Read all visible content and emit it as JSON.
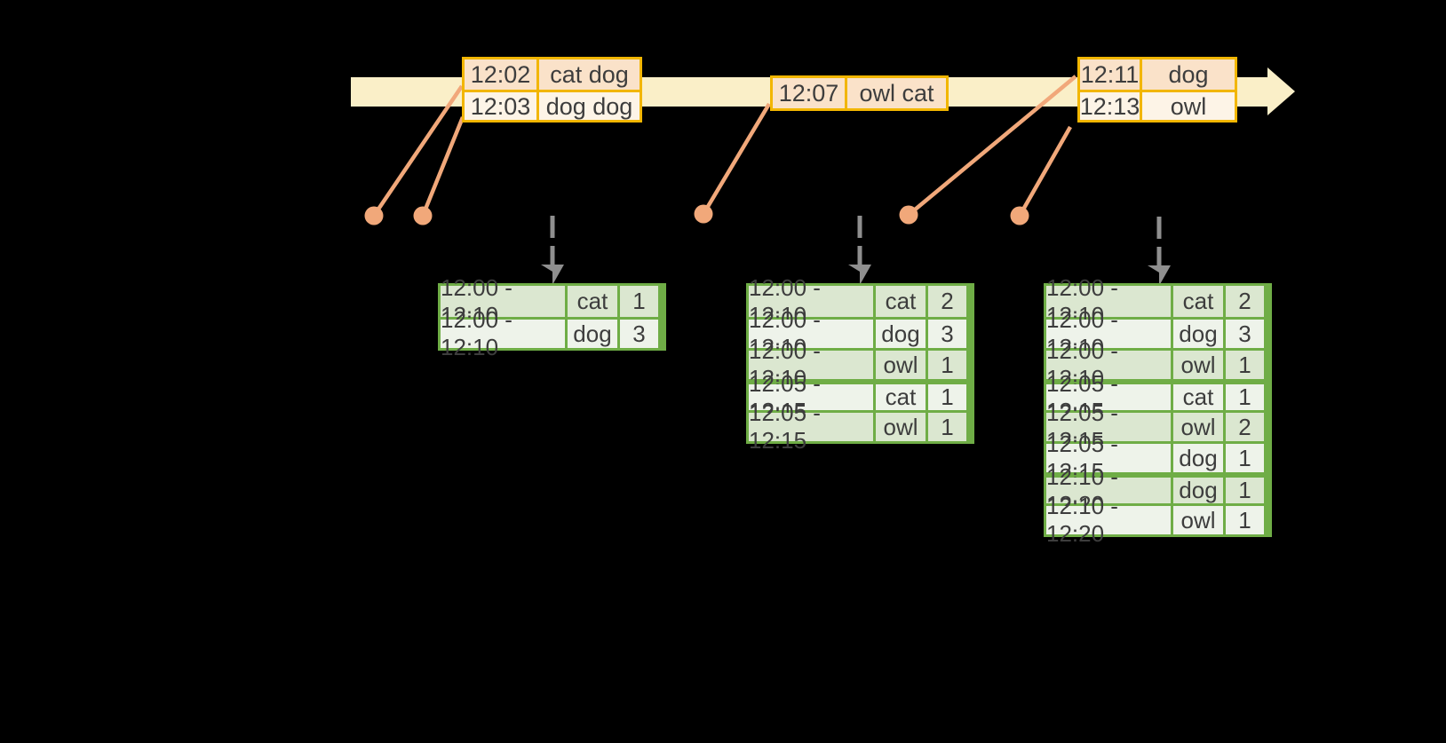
{
  "palette": {
    "bg": "#000000",
    "band": "#FAEFC8",
    "gold": "#F2B600",
    "peach": "#FAE2C9",
    "cream": "#FDF4E7",
    "salmon": "#F1A87A",
    "gray": "#8F8F8F",
    "green": "#6FAD46",
    "green_dark": "#DBE7D0",
    "green_light": "#EEF3EA",
    "text": "#3D3D3D"
  },
  "timeline": {
    "record_boxes": [
      {
        "rows": [
          {
            "time": "12:02",
            "words": "cat dog"
          },
          {
            "time": "12:03",
            "words": "dog dog"
          }
        ]
      },
      {
        "rows": [
          {
            "time": "12:07",
            "words": "owl cat"
          }
        ]
      },
      {
        "rows": [
          {
            "time": "12:11",
            "words": "dog"
          },
          {
            "time": "12:13",
            "words": "owl"
          }
        ]
      }
    ]
  },
  "result_tables": [
    {
      "rows": [
        {
          "window": "12:00 - 12:10",
          "word": "cat",
          "count": "1"
        },
        {
          "window": "12:00 - 12:10",
          "word": "dog",
          "count": "3"
        }
      ]
    },
    {
      "rows": [
        {
          "window": "12:00 - 12:10",
          "word": "cat",
          "count": "2"
        },
        {
          "window": "12:00 - 12:10",
          "word": "dog",
          "count": "3"
        },
        {
          "window": "12:00 - 12:10",
          "word": "owl",
          "count": "1"
        },
        {
          "window": "12:05 - 12:15",
          "word": "cat",
          "count": "1",
          "sep": true
        },
        {
          "window": "12:05 - 12:15",
          "word": "owl",
          "count": "1"
        }
      ]
    },
    {
      "rows": [
        {
          "window": "12:00 - 12:10",
          "word": "cat",
          "count": "2"
        },
        {
          "window": "12:00 - 12:10",
          "word": "dog",
          "count": "3"
        },
        {
          "window": "12:00 - 12:10",
          "word": "owl",
          "count": "1"
        },
        {
          "window": "12:05 - 12:15",
          "word": "cat",
          "count": "1",
          "sep": true
        },
        {
          "window": "12:05 - 12:15",
          "word": "owl",
          "count": "2"
        },
        {
          "window": "12:05 - 12:15",
          "word": "dog",
          "count": "1"
        },
        {
          "window": "12:10 - 12:20",
          "word": "dog",
          "count": "1",
          "sep": true
        },
        {
          "window": "12:10 - 12:20",
          "word": "owl",
          "count": "1"
        }
      ]
    }
  ]
}
